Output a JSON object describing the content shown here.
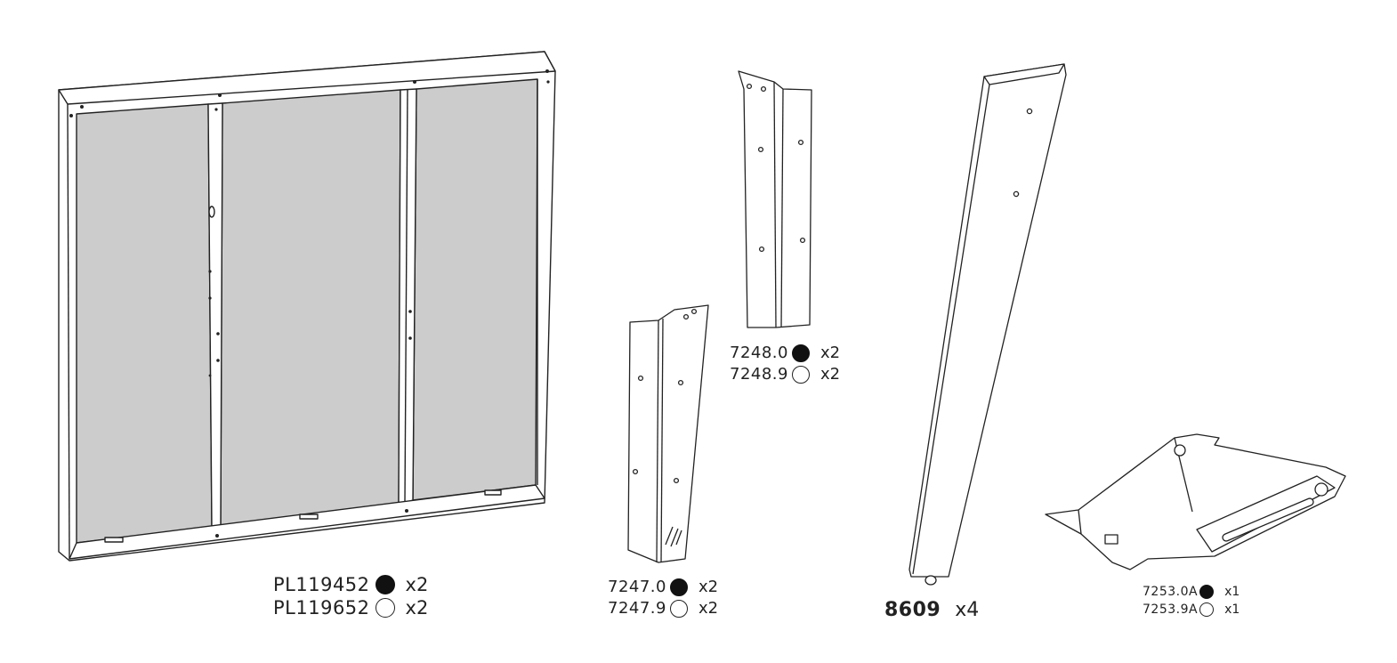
{
  "parts": {
    "panel": {
      "rows": [
        {
          "code": "PL119452",
          "qty": "x2",
          "marker": "black"
        },
        {
          "code": "PL119652",
          "qty": "x2",
          "marker": "white"
        }
      ]
    },
    "bracket_short": {
      "rows": [
        {
          "code": "7248.0",
          "qty": "x2",
          "marker": "black"
        },
        {
          "code": "7248.9",
          "qty": "x2",
          "marker": "white"
        }
      ]
    },
    "bracket_long": {
      "rows": [
        {
          "code": "7247.0",
          "qty": "x2",
          "marker": "black"
        },
        {
          "code": "7247.9",
          "qty": "x2",
          "marker": "white"
        }
      ]
    },
    "leg": {
      "code": "8609",
      "qty": "x4"
    },
    "tray": {
      "rows": [
        {
          "code": "7253.0A",
          "qty": "x1",
          "marker": "black"
        },
        {
          "code": "7253.9A",
          "qty": "x1",
          "marker": "white"
        }
      ]
    }
  },
  "colors": {
    "line": "#222222",
    "panel_fill": "#cccccc",
    "marker_black": "#111111",
    "marker_white": "#ffffff"
  }
}
